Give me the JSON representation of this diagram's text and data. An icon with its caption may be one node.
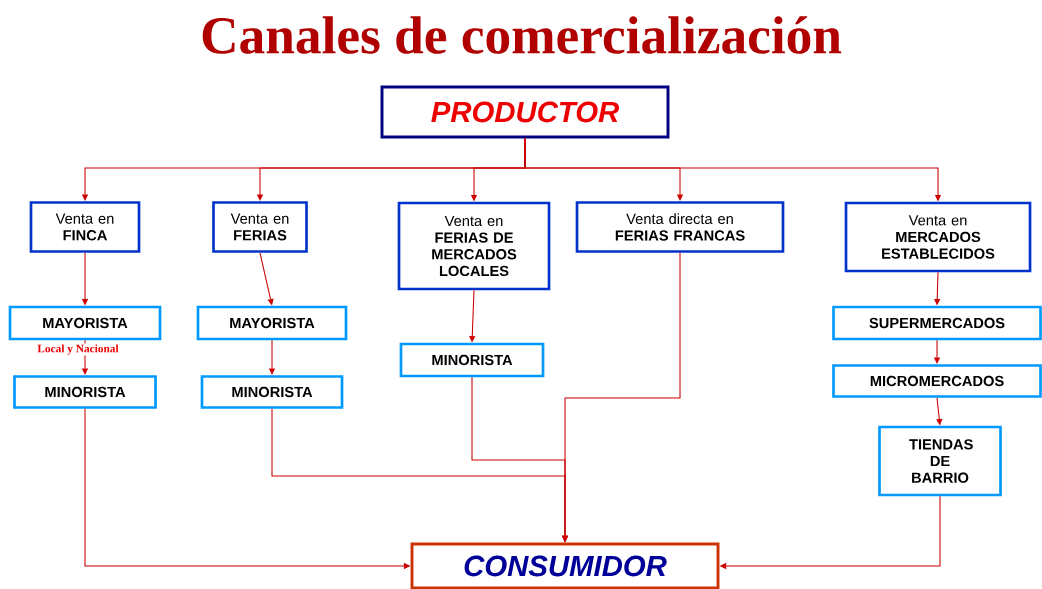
{
  "diagram": {
    "title": "Canales de comercialización",
    "nodes": [
      {
        "text": [
          "PRODUCTOR"
        ]
      },
      {
        "text": [
          "Venta en",
          "FINCA"
        ]
      },
      {
        "text": [
          "Venta en",
          "FERIAS"
        ]
      },
      {
        "text": [
          "Venta en",
          "FERIAS DE MERCADOS LOCALES"
        ]
      },
      {
        "text": [
          "Venta directa en",
          "FERIAS FRANCAS"
        ]
      },
      {
        "text": [
          "Venta en",
          "MERCADOS ESTABLECIDOS"
        ]
      },
      {
        "text": [
          "MAYORISTA"
        ],
        "beside": [
          "Local y Nacional"
        ]
      },
      {
        "text": [
          "MINORISTA"
        ]
      },
      {
        "text": [
          "MAYORISTA"
        ]
      },
      {
        "text": [
          "MINORISTA"
        ]
      },
      {
        "text": [
          "MINORISTA"
        ]
      },
      {
        "text": [
          "SUPERMERCADOS"
        ]
      },
      {
        "text": [
          "MICROMERCADOS"
        ]
      },
      {
        "text": [
          "TIENDAS DE BARRIO"
        ]
      },
      {
        "text": [
          "CONSUMIDOR"
        ]
      }
    ],
    "edges": [
      {
        "from": 0,
        "to": 1,
        "arrow": "to"
      },
      {
        "from": 0,
        "to": 2,
        "arrow": "to"
      },
      {
        "from": 0,
        "to": 3,
        "arrow": "to"
      },
      {
        "from": 0,
        "to": 4,
        "arrow": "to"
      },
      {
        "from": 0,
        "to": 5,
        "arrow": "to"
      },
      {
        "from": 1,
        "to": 6,
        "arrow": "to"
      },
      {
        "from": 6,
        "to": 7,
        "arrow": "to"
      },
      {
        "from": 2,
        "to": 8,
        "arrow": "to"
      },
      {
        "from": 8,
        "to": 9,
        "arrow": "to"
      },
      {
        "from": 3,
        "to": 10,
        "arrow": "to"
      },
      {
        "from": 5,
        "to": 11,
        "arrow": "to"
      },
      {
        "from": 11,
        "to": 12,
        "arrow": "to"
      },
      {
        "from": 12,
        "to": 13,
        "arrow": "to"
      },
      {
        "from": 7,
        "to": 14,
        "arrow": "to"
      },
      {
        "from": 9,
        "to": 14,
        "arrow": "to"
      },
      {
        "from": 10,
        "to": 14,
        "arrow": "to"
      },
      {
        "from": 4,
        "to": 14,
        "arrow": "to"
      },
      {
        "from": 13,
        "to": 14,
        "arrow": "to"
      }
    ]
  }
}
